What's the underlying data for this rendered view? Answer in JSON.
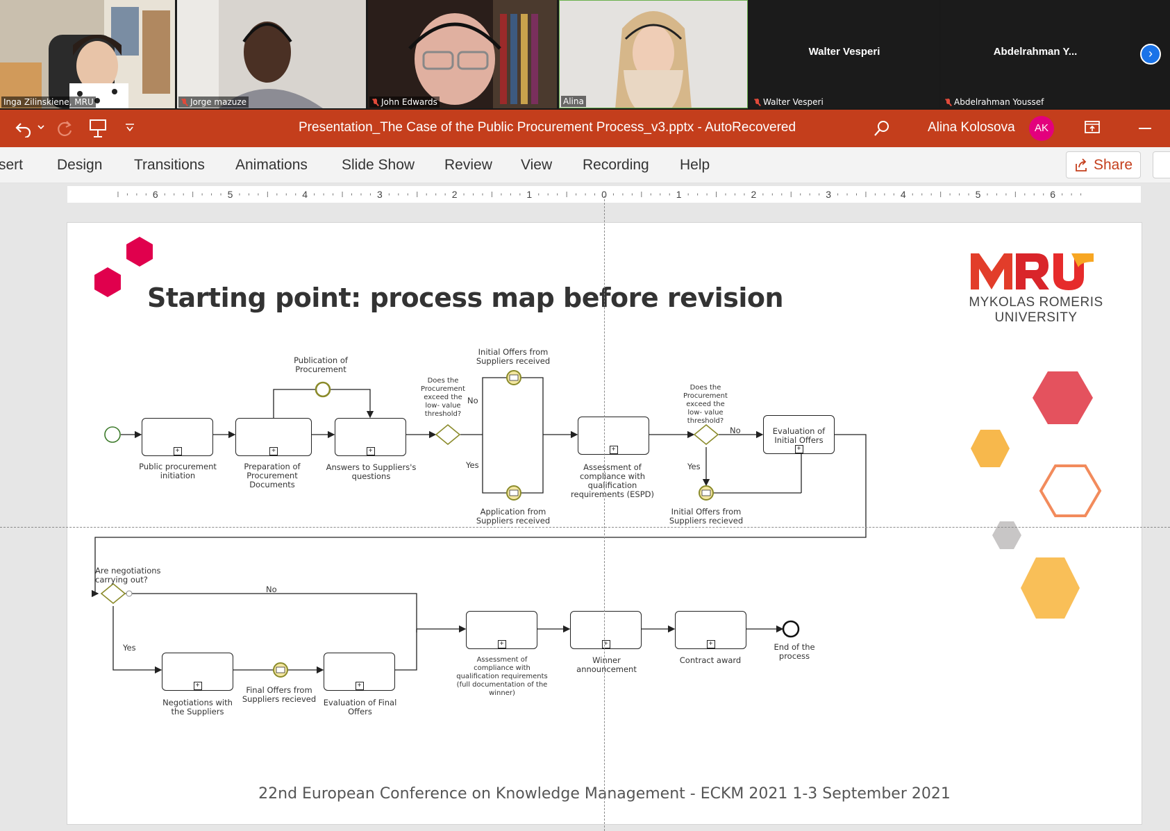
{
  "participants": [
    {
      "name": "Inga Zilinskiene, MRU",
      "muted": false
    },
    {
      "name": "Jorge mazuze",
      "muted": true
    },
    {
      "name": "John Edwards",
      "muted": true
    },
    {
      "name": "Alina",
      "muted": false
    },
    {
      "name": "Walter Vesperi",
      "display": "Walter Vesperi",
      "muted": true
    },
    {
      "name": "Abdelrahman Youssef",
      "display": "Abdelrahman Y...",
      "muted": true
    }
  ],
  "titlebar": {
    "doc_title": "Presentation_The Case of the Public Procurement Process_v3.pptx  -  AutoRecovered",
    "user_name": "Alina Kolosova",
    "avatar_initials": "AK",
    "accent": "#c43e1c"
  },
  "ribbon": {
    "tabs": [
      "sert",
      "Design",
      "Transitions",
      "Animations",
      "Slide Show",
      "Review",
      "View",
      "Recording",
      "Help"
    ],
    "share_label": "Share"
  },
  "ruler": {
    "labels": [
      "6",
      "5",
      "4",
      "3",
      "2",
      "1",
      "0",
      "1",
      "2",
      "3",
      "4",
      "5",
      "6"
    ]
  },
  "slide": {
    "title": "Starting point: process map before revision",
    "footer": "22nd European Conference on Knowledge Management - ECKM 2021 1-3 September 2021",
    "logo": {
      "letters": "MRU",
      "line1": "MYKOLAS ROMERIS",
      "line2": "UNIVERSITY"
    },
    "diagram": {
      "tasks": {
        "t1": "Public procurement initiation",
        "t2": "Preparation of Procurement Documents",
        "t3": "Answers  to Suppliers's questions",
        "t4": "Assessment of compliance with qualification requirements (ESPD)",
        "t5": "Evaluation of Initial Offers",
        "t6": "Negotiations with the Suppliers",
        "t7": "Evaluation of Final Offers",
        "t8": "Assessment of compliance with qualification requirements (full documentation of the winner)",
        "t9": "Winner announcement",
        "t10": "Contract award"
      },
      "events": {
        "pub": "Publication of Procurement",
        "init_offers": "Initial Offers from Suppliers received",
        "app_received": "Application from Suppliers received",
        "init_offers2": "Initial Offers from Suppliers recieved",
        "final_offers": "Final Offers from Suppliers recieved",
        "end": "End of the process"
      },
      "gateways": {
        "g1": "Does the Procurement exceed the low- value threshold?",
        "g2": "Does the Procurement exceed the low- value threshold?",
        "g3": "Are negotiations carrying out?"
      },
      "flow_labels": {
        "no": "No",
        "yes": "Yes"
      }
    }
  }
}
